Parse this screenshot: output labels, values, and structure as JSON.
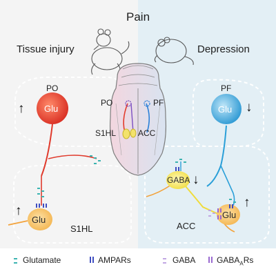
{
  "title": "Pain",
  "panels": {
    "left_heading": "Tissue injury",
    "right_heading": "Depression"
  },
  "brain_labels": {
    "po": "PO",
    "pf": "PF",
    "s1hl": "S1HL",
    "acc": "ACC"
  },
  "left_circuit": {
    "upper_region": "PO",
    "upper_neuron": "Glu",
    "upper_arrow": "↑",
    "lower_neuron": "Glu",
    "lower_arrow": "↑",
    "lower_region": "S1HL"
  },
  "right_circuit": {
    "upper_region": "PF",
    "upper_neuron": "Glu",
    "upper_arrow": "↓",
    "inter_neuron": "GABA",
    "inter_arrow": "↓",
    "lower_neuron": "Glu",
    "lower_arrow": "↑",
    "lower_region": "ACC"
  },
  "legend": [
    {
      "label": "Glutamate",
      "icon": "glutamate-dots-icon"
    },
    {
      "label": "AMPARs",
      "icon": "ampar-bars-icon"
    },
    {
      "label": "GABA",
      "icon": "gaba-dots-icon"
    },
    {
      "label": "GABA",
      "sub": "A",
      "suffix": "Rs",
      "icon": "gabaar-bars-icon"
    }
  ],
  "colors": {
    "glu_red": "#e0392b",
    "glu_blue": "#2a9fd8",
    "gaba_yellow": "#f0dc3a",
    "glutamate_dot": "#3bb3b0",
    "ampar_bar": "#3d4cc0",
    "gaba_dot": "#c1a6e3",
    "gabaar_bar": "#9a6ad0"
  }
}
